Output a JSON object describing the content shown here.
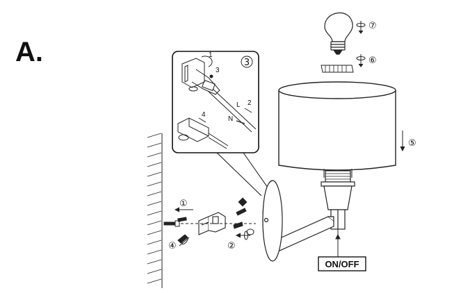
{
  "section_label": "A.",
  "steps": {
    "step1": "①",
    "step2": "②",
    "step3": "③",
    "step4": "④",
    "step5": "⑤",
    "step6": "⑥",
    "step7": "⑦"
  },
  "inset": {
    "sub1": "1",
    "sub2": "2",
    "sub3": "3",
    "sub4": "4",
    "wire_l": "L",
    "wire_n": "N"
  },
  "switch_label": "ON/OFF"
}
